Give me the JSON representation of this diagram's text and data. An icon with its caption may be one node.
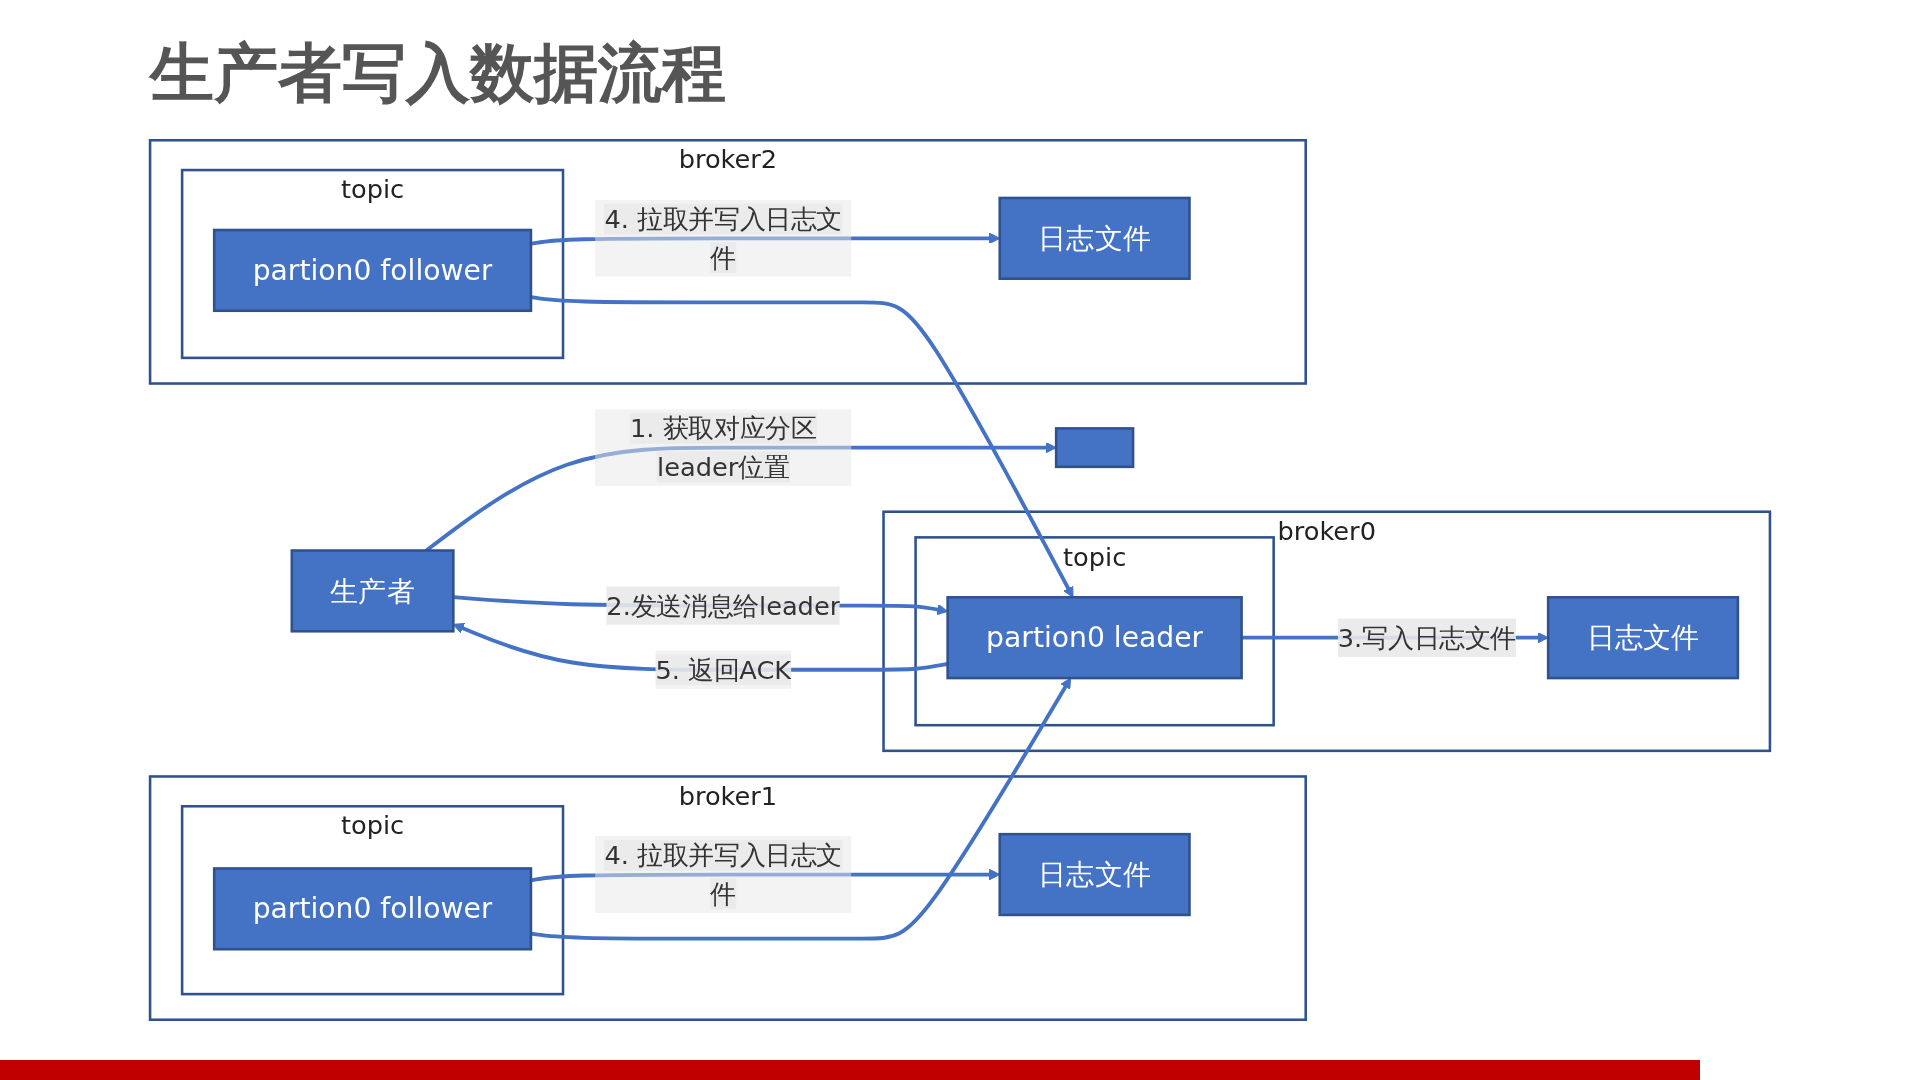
{
  "diagram": {
    "title": "生产者写入数据流程",
    "nodes": [
      {
        "text": [
          "生产者"
        ]
      },
      {
        "text": [],
        "shape": "box"
      },
      {
        "text": [
          "broker0"
        ]
      },
      {
        "text": [
          "topic"
        ],
        "in": 2
      },
      {
        "text": [
          "partion0 leader"
        ],
        "in": 3
      },
      {
        "text": [
          "日志文件"
        ],
        "in": 2
      },
      {
        "text": [
          "broker1"
        ]
      },
      {
        "text": [
          "topic"
        ],
        "in": 6
      },
      {
        "text": [
          "partion0 follower"
        ],
        "in": 7
      },
      {
        "text": [
          "日志文件"
        ],
        "in": 6
      },
      {
        "text": [
          "broker2"
        ]
      },
      {
        "text": [
          "topic"
        ],
        "in": 10
      },
      {
        "text": [
          "partion0 follower"
        ],
        "in": 11
      },
      {
        "text": [
          "日志文件"
        ],
        "in": 10
      }
    ],
    "edges": [
      {
        "from": 0,
        "to": 1,
        "arrow": "to",
        "label": "1. 获取对应分区leader位置"
      },
      {
        "from": 0,
        "to": 4,
        "arrow": "to",
        "label": "2.发送消息给leader"
      },
      {
        "from": 4,
        "to": 0,
        "arrow": "to",
        "label": "5. 返回ACK"
      },
      {
        "from": 4,
        "to": 5,
        "arrow": "to",
        "label": "3.写入日志文件"
      },
      {
        "from": 8,
        "to": 9,
        "arrow": "to",
        "label": "4. 拉取并写入日志文件"
      },
      {
        "from": 12,
        "to": 13,
        "arrow": "to",
        "label": "4. 拉取并写入日志文件"
      },
      {
        "from": 8,
        "to": 4,
        "arrow": "to"
      },
      {
        "from": 12,
        "to": 4,
        "arrow": "to"
      }
    ]
  }
}
